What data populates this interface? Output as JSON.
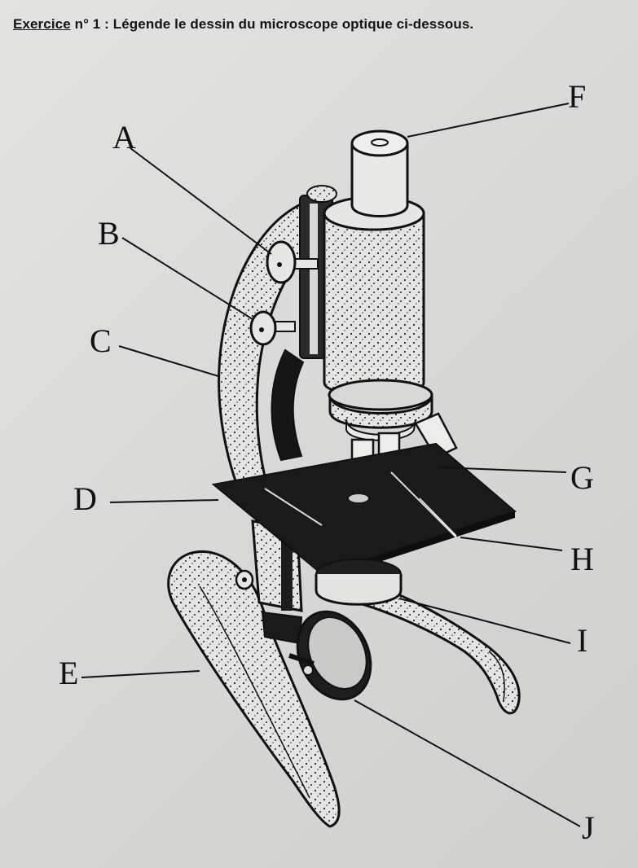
{
  "exercise": {
    "prefix": "Exercice",
    "rest": " n° 1 : Légende le dessin du microscope optique ci-dessous."
  },
  "labels": {
    "A": "A",
    "B": "B",
    "C": "C",
    "D": "D",
    "E": "E",
    "F": "F",
    "G": "G",
    "H": "H",
    "I": "I",
    "J": "J"
  },
  "colors": {
    "paper": "#dcdcda",
    "ink": "#111111",
    "stage": "#1a1a1a"
  }
}
